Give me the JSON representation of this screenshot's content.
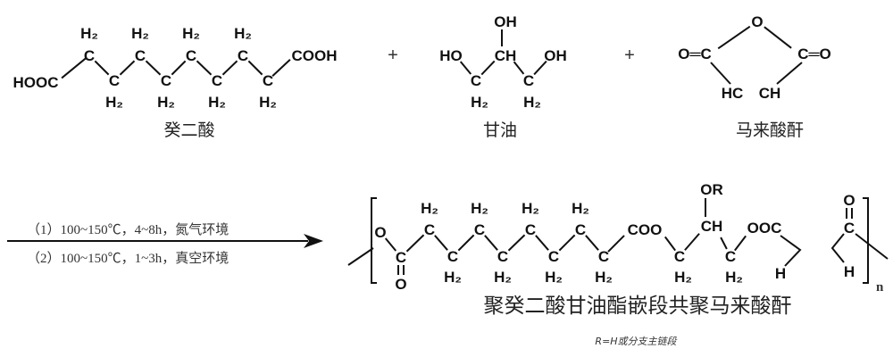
{
  "reactants": {
    "sebacic_acid": {
      "name": "癸二酸",
      "end_left": "HOOC",
      "end_right": "COOH",
      "carbon": "C",
      "ch2": "H₂"
    },
    "glycerol": {
      "name": "甘油",
      "oh": "OH",
      "ho": "HO",
      "ch": "CH",
      "carbon": "C",
      "ch2": "H₂"
    },
    "maleic_anhydride": {
      "name": "马来酸酐",
      "o": "O",
      "oc": "O═C",
      "co": "C═O",
      "hc": "HC",
      "ch": "CH"
    },
    "plus": "+"
  },
  "conditions": {
    "step1": "（1）100~150℃，4~8h，氮气环境",
    "step2": "（2）100~150℃，1~3h，真空环境"
  },
  "product": {
    "name": "聚癸二酸甘油酯嵌段共聚马来酸酐",
    "o": "O",
    "carbon": "C",
    "ch2": "H₂",
    "coo": "COO",
    "ch": "CH",
    "or": "OR",
    "ooc": "OOC",
    "h": "H",
    "n": "n",
    "note": "R=H或分支主链段"
  }
}
